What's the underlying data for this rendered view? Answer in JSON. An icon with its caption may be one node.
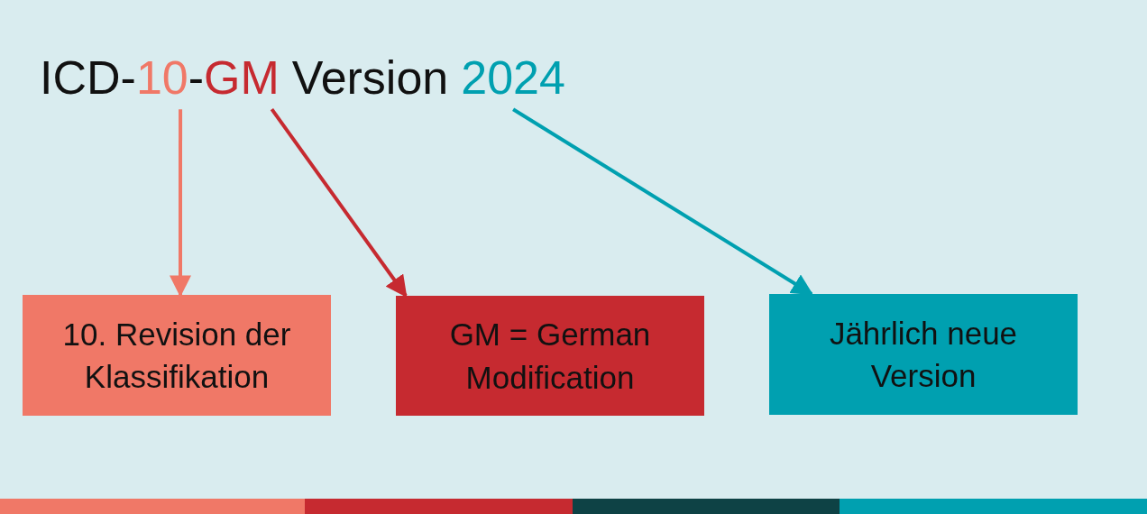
{
  "diagram": {
    "nodes": [
      {
        "text": [
          "10"
        ]
      },
      {
        "text": [
          "GM"
        ]
      },
      {
        "text": [
          "2024"
        ]
      },
      {
        "text": [
          "10. Revision der Klassifikation"
        ]
      },
      {
        "text": [
          "GM = German Modification"
        ]
      },
      {
        "text": [
          "Jährlich neue Version"
        ]
      }
    ],
    "edges": [
      {
        "from": 0,
        "to": 3,
        "arrow": "to",
        "color": "#f07867"
      },
      {
        "from": 1,
        "to": 4,
        "arrow": "to",
        "color": "#c62a30"
      },
      {
        "from": 2,
        "to": 5,
        "arrow": "to",
        "color": "#00a0b0"
      }
    ],
    "labels": [
      "ICD-",
      "-",
      "Version"
    ]
  }
}
